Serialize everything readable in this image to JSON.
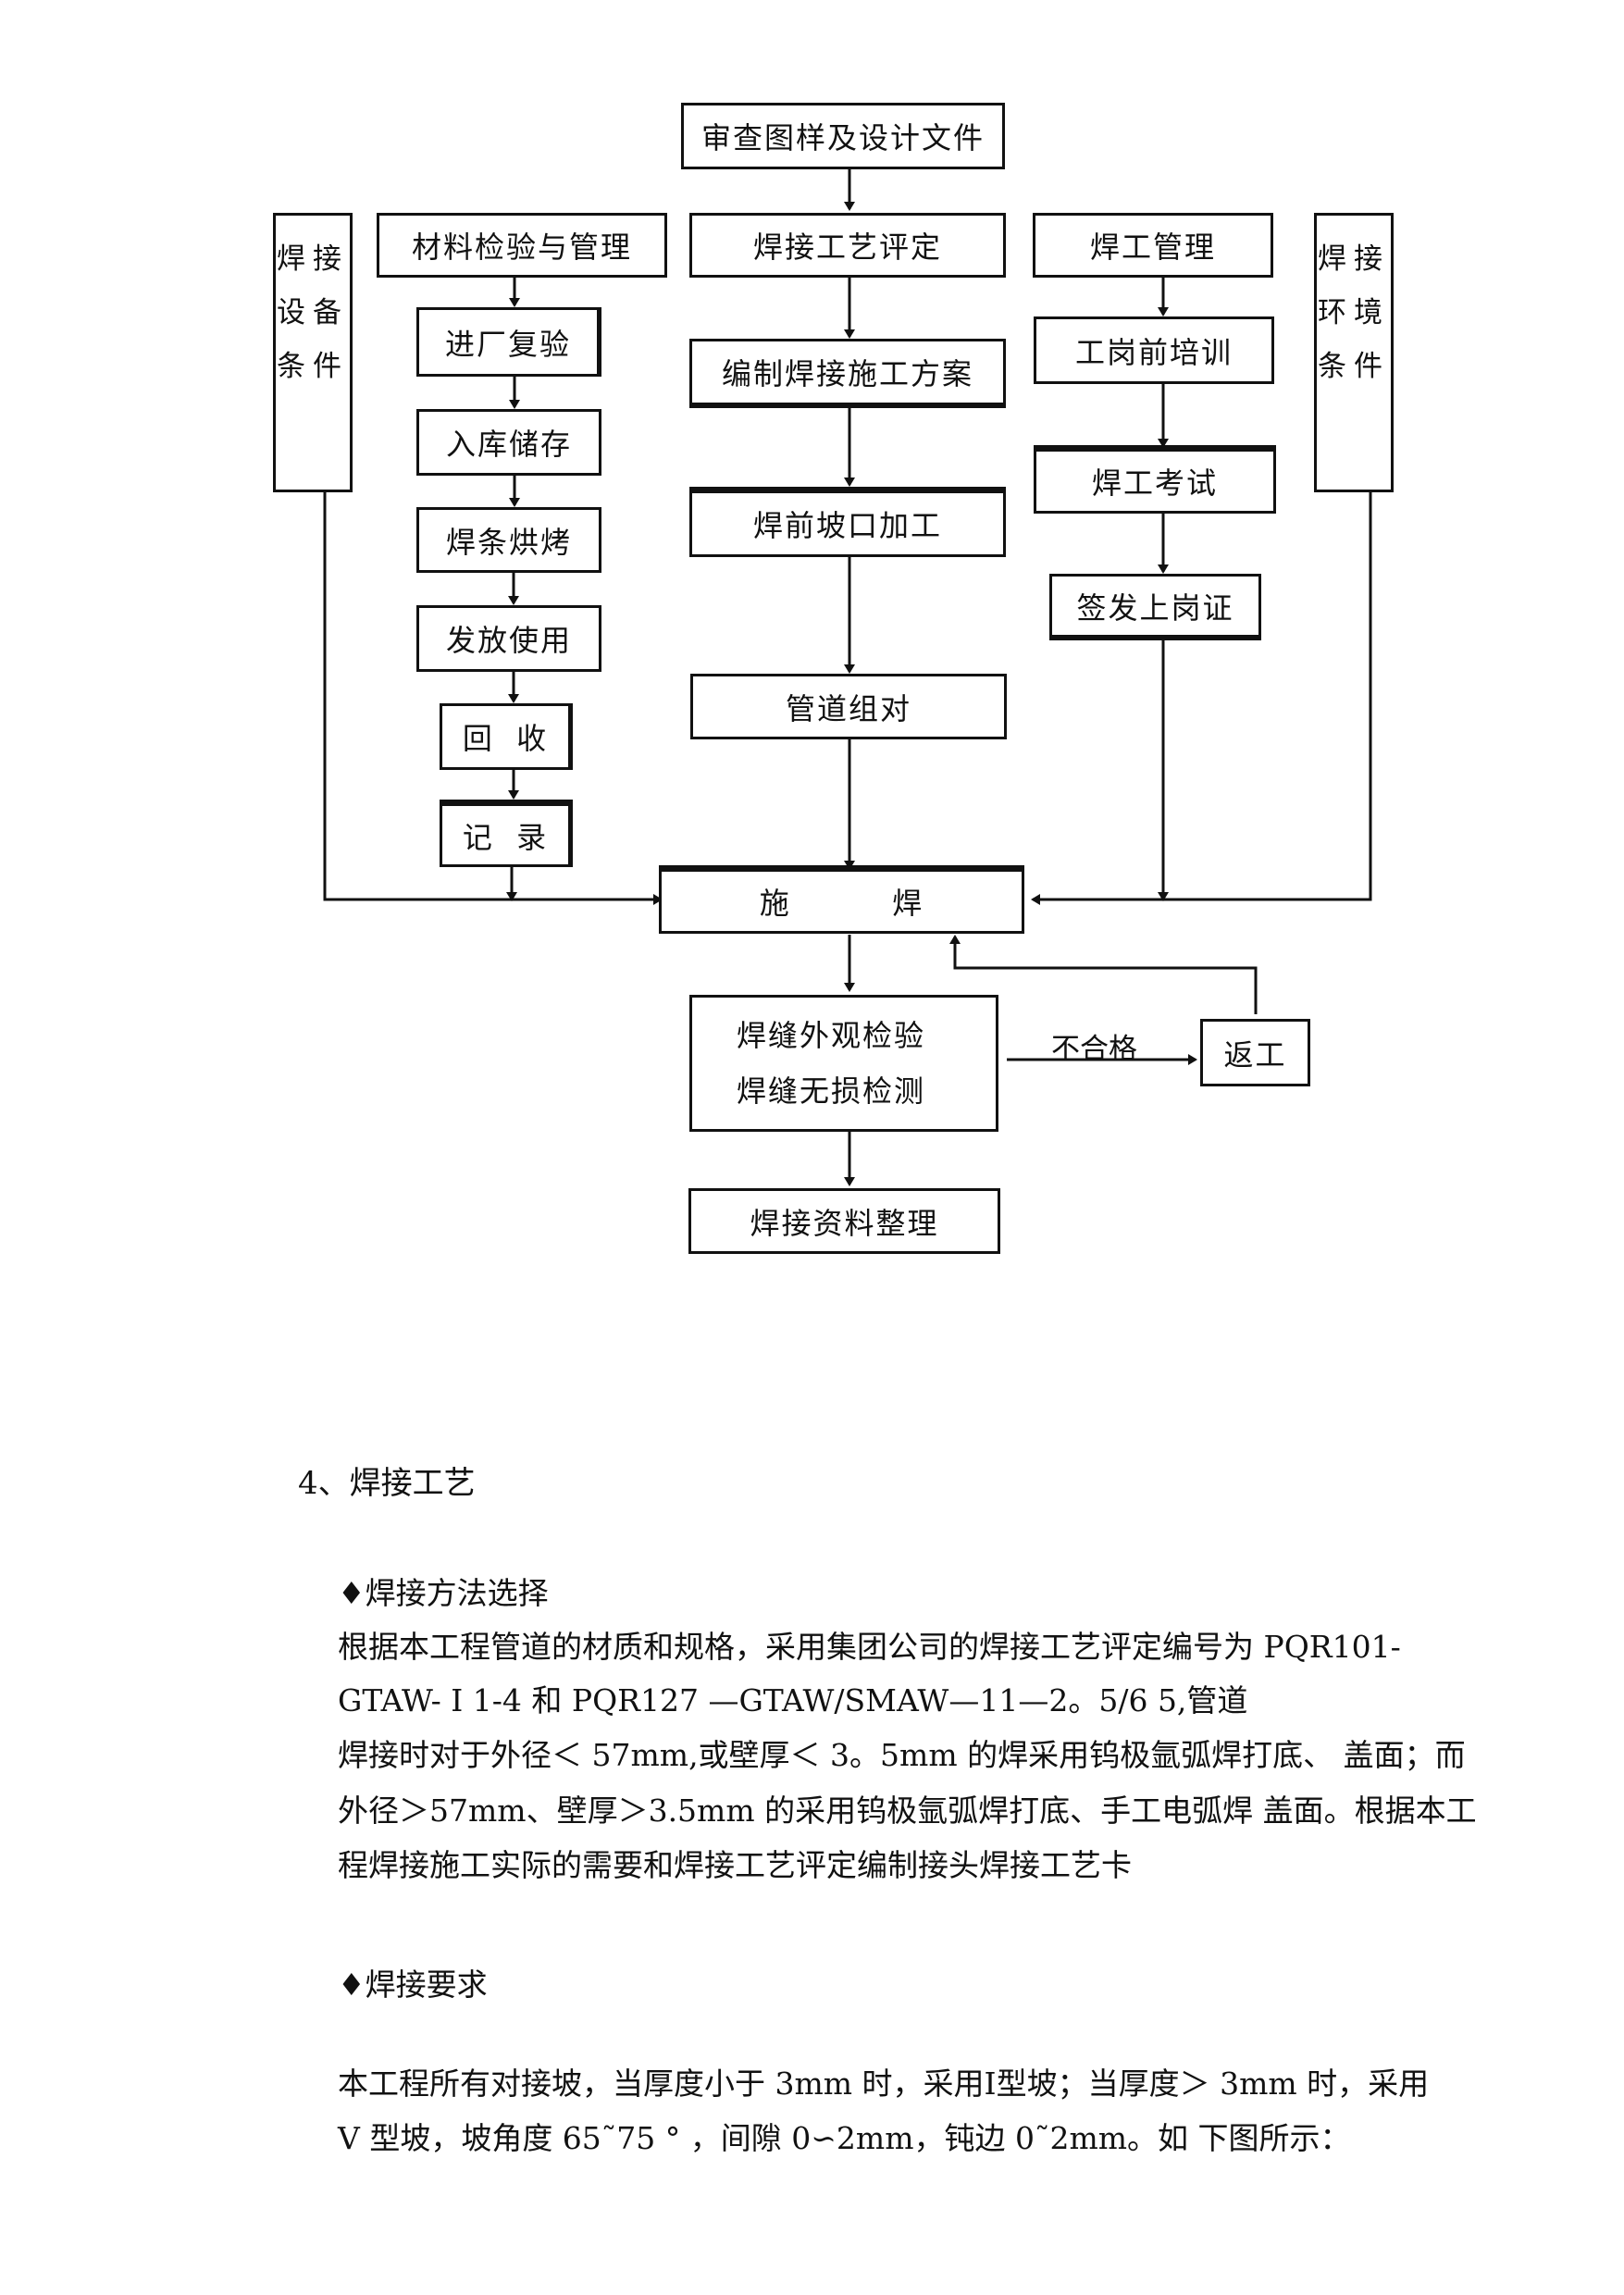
{
  "flowchart": {
    "top": "审查图样及设计文件",
    "equipment_condition": [
      "焊接",
      "设备",
      "条件"
    ],
    "environment_condition": [
      "焊接",
      "环境",
      "条件"
    ],
    "material": {
      "title": "材料检验与管理",
      "steps": [
        "进厂复验",
        "入库储存",
        "焊条烘烤",
        "发放使用",
        "回  收",
        "记  录"
      ]
    },
    "procedure": {
      "title": "焊接工艺评定",
      "steps": [
        "编制焊接施工方案",
        "焊前坡口加工",
        "管道组对"
      ]
    },
    "welder": {
      "title": "焊工管理",
      "steps": [
        "工岗前培训",
        "焊工考试",
        "签发上岗证"
      ]
    },
    "welding": "施         焊",
    "inspection": [
      "焊缝外观检验",
      "焊缝无损检测"
    ],
    "fail_label": "不合格",
    "rework": "返工",
    "records": "焊接资料整理"
  },
  "section": {
    "heading": "4、焊接工艺",
    "method": {
      "title": "♦焊接方法选择",
      "lines": [
        "根据本工程管道的材质和规格，采用集团公司的焊接工艺评定编号为 PQR101-",
        "GTAW- Ⅰ 1-4 和 PQR127 —GTAW/SMAW—11—2。5/6 5,管道",
        "焊接时对于外径＜ 57mm,或壁厚＜ 3。5mm 的焊采用钨极氩弧焊打底、 盖面；而",
        "外径＞57mm、壁厚＞3.5mm 的采用钨极氩弧焊打底、手工电弧焊 盖面。根据本工",
        "程焊接施工实际的需要和焊接工艺评定编制接头焊接工艺卡"
      ]
    },
    "requirements": {
      "title": "♦焊接要求",
      "lines": [
        "本工程所有对接坡，当厚度小于 3mm 时，采用Ⅰ型坡；当厚度＞ 3mm 时，采用",
        "V 型坡，坡角度 65˜75 ° ，间隙 0∽2mm，钝边 0˜2mm。如 下图所示："
      ]
    }
  }
}
